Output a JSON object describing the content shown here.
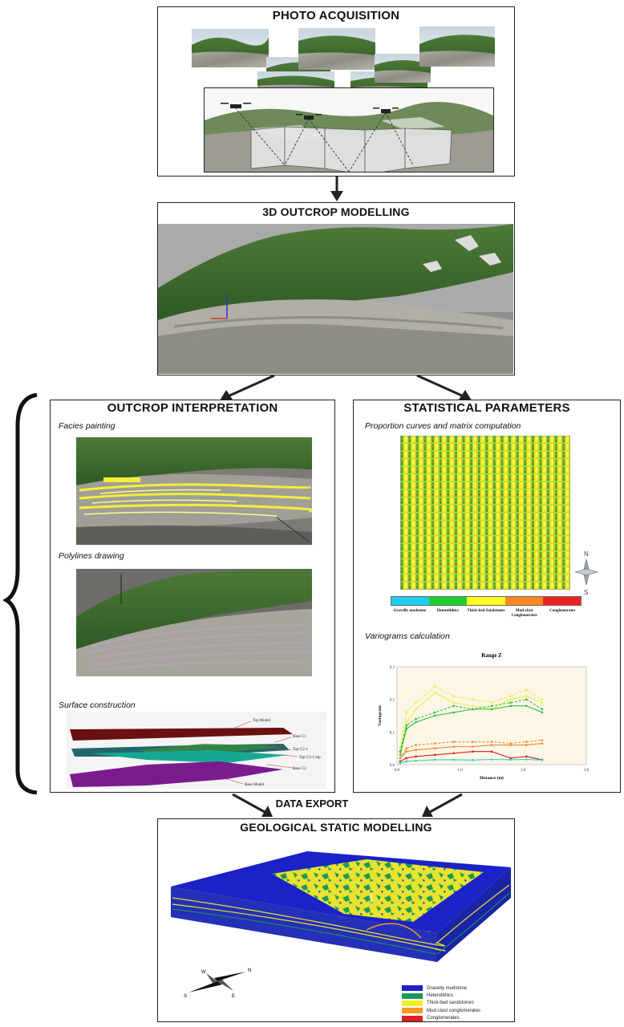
{
  "boxes": {
    "photo_acquisition": "PHOTO ACQUISITION",
    "outcrop_modelling": "3D OUTCROP MODELLING",
    "outcrop_interpretation": "OUTCROP INTERPRETATION",
    "statistical_parameters": "STATISTICAL PARAMETERS",
    "static_modelling": "GEOLOGICAL STATIC MODELLING"
  },
  "data_export": "DATA EXPORT",
  "interpretation": {
    "facies_painting": "Facies painting",
    "polylines_drawing": "Polylines drawing",
    "surface_construction": "Surface construction",
    "surface_labels": [
      "Top Model",
      "Base C1",
      "Top C2-1",
      "Top C2-1 mp",
      "Base C2",
      "Base Model"
    ]
  },
  "statistics": {
    "proportion_title": "Proportion curves and matrix computation",
    "compass": {
      "north": "N",
      "south": "S"
    },
    "facies_legend": [
      {
        "label": "Gravelly mudstone",
        "color": "#22ccee"
      },
      {
        "label": "Heterolithics",
        "color": "#22cc33"
      },
      {
        "label": "Thick-bed Sandstones",
        "color": "#ffff22"
      },
      {
        "label": "Mud-clast Conglomerates",
        "color": "#ff8822"
      },
      {
        "label": "Conglomerates",
        "color": "#ee2222"
      }
    ],
    "variograms_title": "Variograms calculation"
  },
  "static_legend": [
    {
      "label": "Gravelly mudstone",
      "color": "#1a22c8"
    },
    {
      "label": "Heterolithics",
      "color": "#1e9a55"
    },
    {
      "label": "Thick-bed sandstones",
      "color": "#f4ee22"
    },
    {
      "label": "Mud-clast conglomerates",
      "color": "#f59a22"
    },
    {
      "label": "Conglomerates",
      "color": "#e02020"
    }
  ],
  "static_compass": {
    "n": "N",
    "w": "W",
    "e": "E",
    "s": "S"
  },
  "chart_data": {
    "type": "line",
    "title": "Range Z",
    "xlabel": "Distance (m)",
    "ylabel": "Variogram",
    "xlim": [
      0,
      3.0
    ],
    "ylim": [
      0,
      0.3
    ],
    "xticks": [
      "0.0",
      "1.0",
      "2.0",
      "3.0"
    ],
    "yticks": [
      "0.0",
      "0.1",
      "0.2",
      "0.3"
    ],
    "grid": false,
    "x": [
      0.05,
      0.15,
      0.3,
      0.6,
      0.9,
      1.2,
      1.5,
      1.8,
      2.05,
      2.3
    ],
    "series": [
      {
        "color": "#eeee44",
        "style": "dashed",
        "values": [
          0.05,
          0.16,
          0.19,
          0.24,
          0.21,
          0.2,
          0.19,
          0.21,
          0.23,
          0.2
        ]
      },
      {
        "color": "#eeee44",
        "style": "solid",
        "values": [
          0.04,
          0.13,
          0.17,
          0.22,
          0.19,
          0.18,
          0.17,
          0.2,
          0.21,
          0.19
        ]
      },
      {
        "color": "#33bb44",
        "style": "dashed",
        "values": [
          0.04,
          0.12,
          0.14,
          0.16,
          0.18,
          0.17,
          0.18,
          0.19,
          0.2,
          0.17
        ]
      },
      {
        "color": "#33bb44",
        "style": "solid",
        "values": [
          0.03,
          0.11,
          0.13,
          0.15,
          0.16,
          0.17,
          0.17,
          0.18,
          0.18,
          0.16
        ]
      },
      {
        "color": "#ee8833",
        "style": "dashed",
        "values": [
          0.02,
          0.05,
          0.06,
          0.065,
          0.07,
          0.07,
          0.07,
          0.065,
          0.07,
          0.075
        ]
      },
      {
        "color": "#ee8833",
        "style": "solid",
        "values": [
          0.02,
          0.04,
          0.045,
          0.05,
          0.055,
          0.055,
          0.06,
          0.06,
          0.06,
          0.065
        ]
      },
      {
        "color": "#cc2222",
        "style": "solid",
        "values": [
          0.01,
          0.02,
          0.025,
          0.03,
          0.035,
          0.04,
          0.04,
          0.02,
          0.025,
          0.015
        ]
      },
      {
        "color": "#33cccc",
        "style": "solid",
        "values": [
          0.005,
          0.01,
          0.012,
          0.015,
          0.015,
          0.014,
          0.016,
          0.015,
          0.016,
          0.014
        ]
      }
    ]
  }
}
